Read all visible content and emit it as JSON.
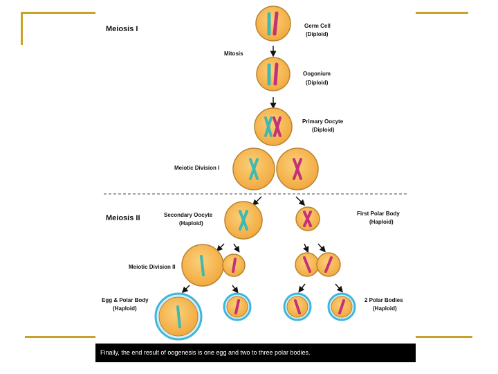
{
  "headings": {
    "meiosis_1": "Meiosis I",
    "meiosis_2": "Meiosis II"
  },
  "labels": {
    "germ_cell": "Germ Cell",
    "germ_cell_ploidy": "(Diploid)",
    "mitosis": "Mitosis",
    "oogonium": "Oogonium",
    "oogonium_ploidy": "(Diploid)",
    "primary_oocyte": "Primary Oocyte",
    "primary_oocyte_ploidy": "(Diploid)",
    "meiotic_division_1": "Meiotic Division I",
    "secondary_oocyte": "Secondary Oocyte",
    "secondary_oocyte_ploidy": "(Haploid)",
    "first_polar_body": "First Polar Body",
    "first_polar_body_ploidy": "(Haploid)",
    "meiotic_division_2": "Meiotic Division II",
    "egg_polar_body": "Egg & Polar Body",
    "egg_polar_body_ploidy": "(Haploid)",
    "two_polar_bodies": "2 Polar Bodies",
    "two_polar_bodies_ploidy": "(Haploid)"
  },
  "caption": "Finally, the end result of oogenesis is one egg and two to three polar bodies.",
  "colors": {
    "accent_lines": "#c9a227",
    "cell_fill": "#f7b955",
    "cell_edge": "#b8832f",
    "chromosome_teal": "#3fb8b0",
    "chromosome_magenta": "#c4307a",
    "ring_blue": "#3fb6dc",
    "caption_bg": "#000000"
  }
}
